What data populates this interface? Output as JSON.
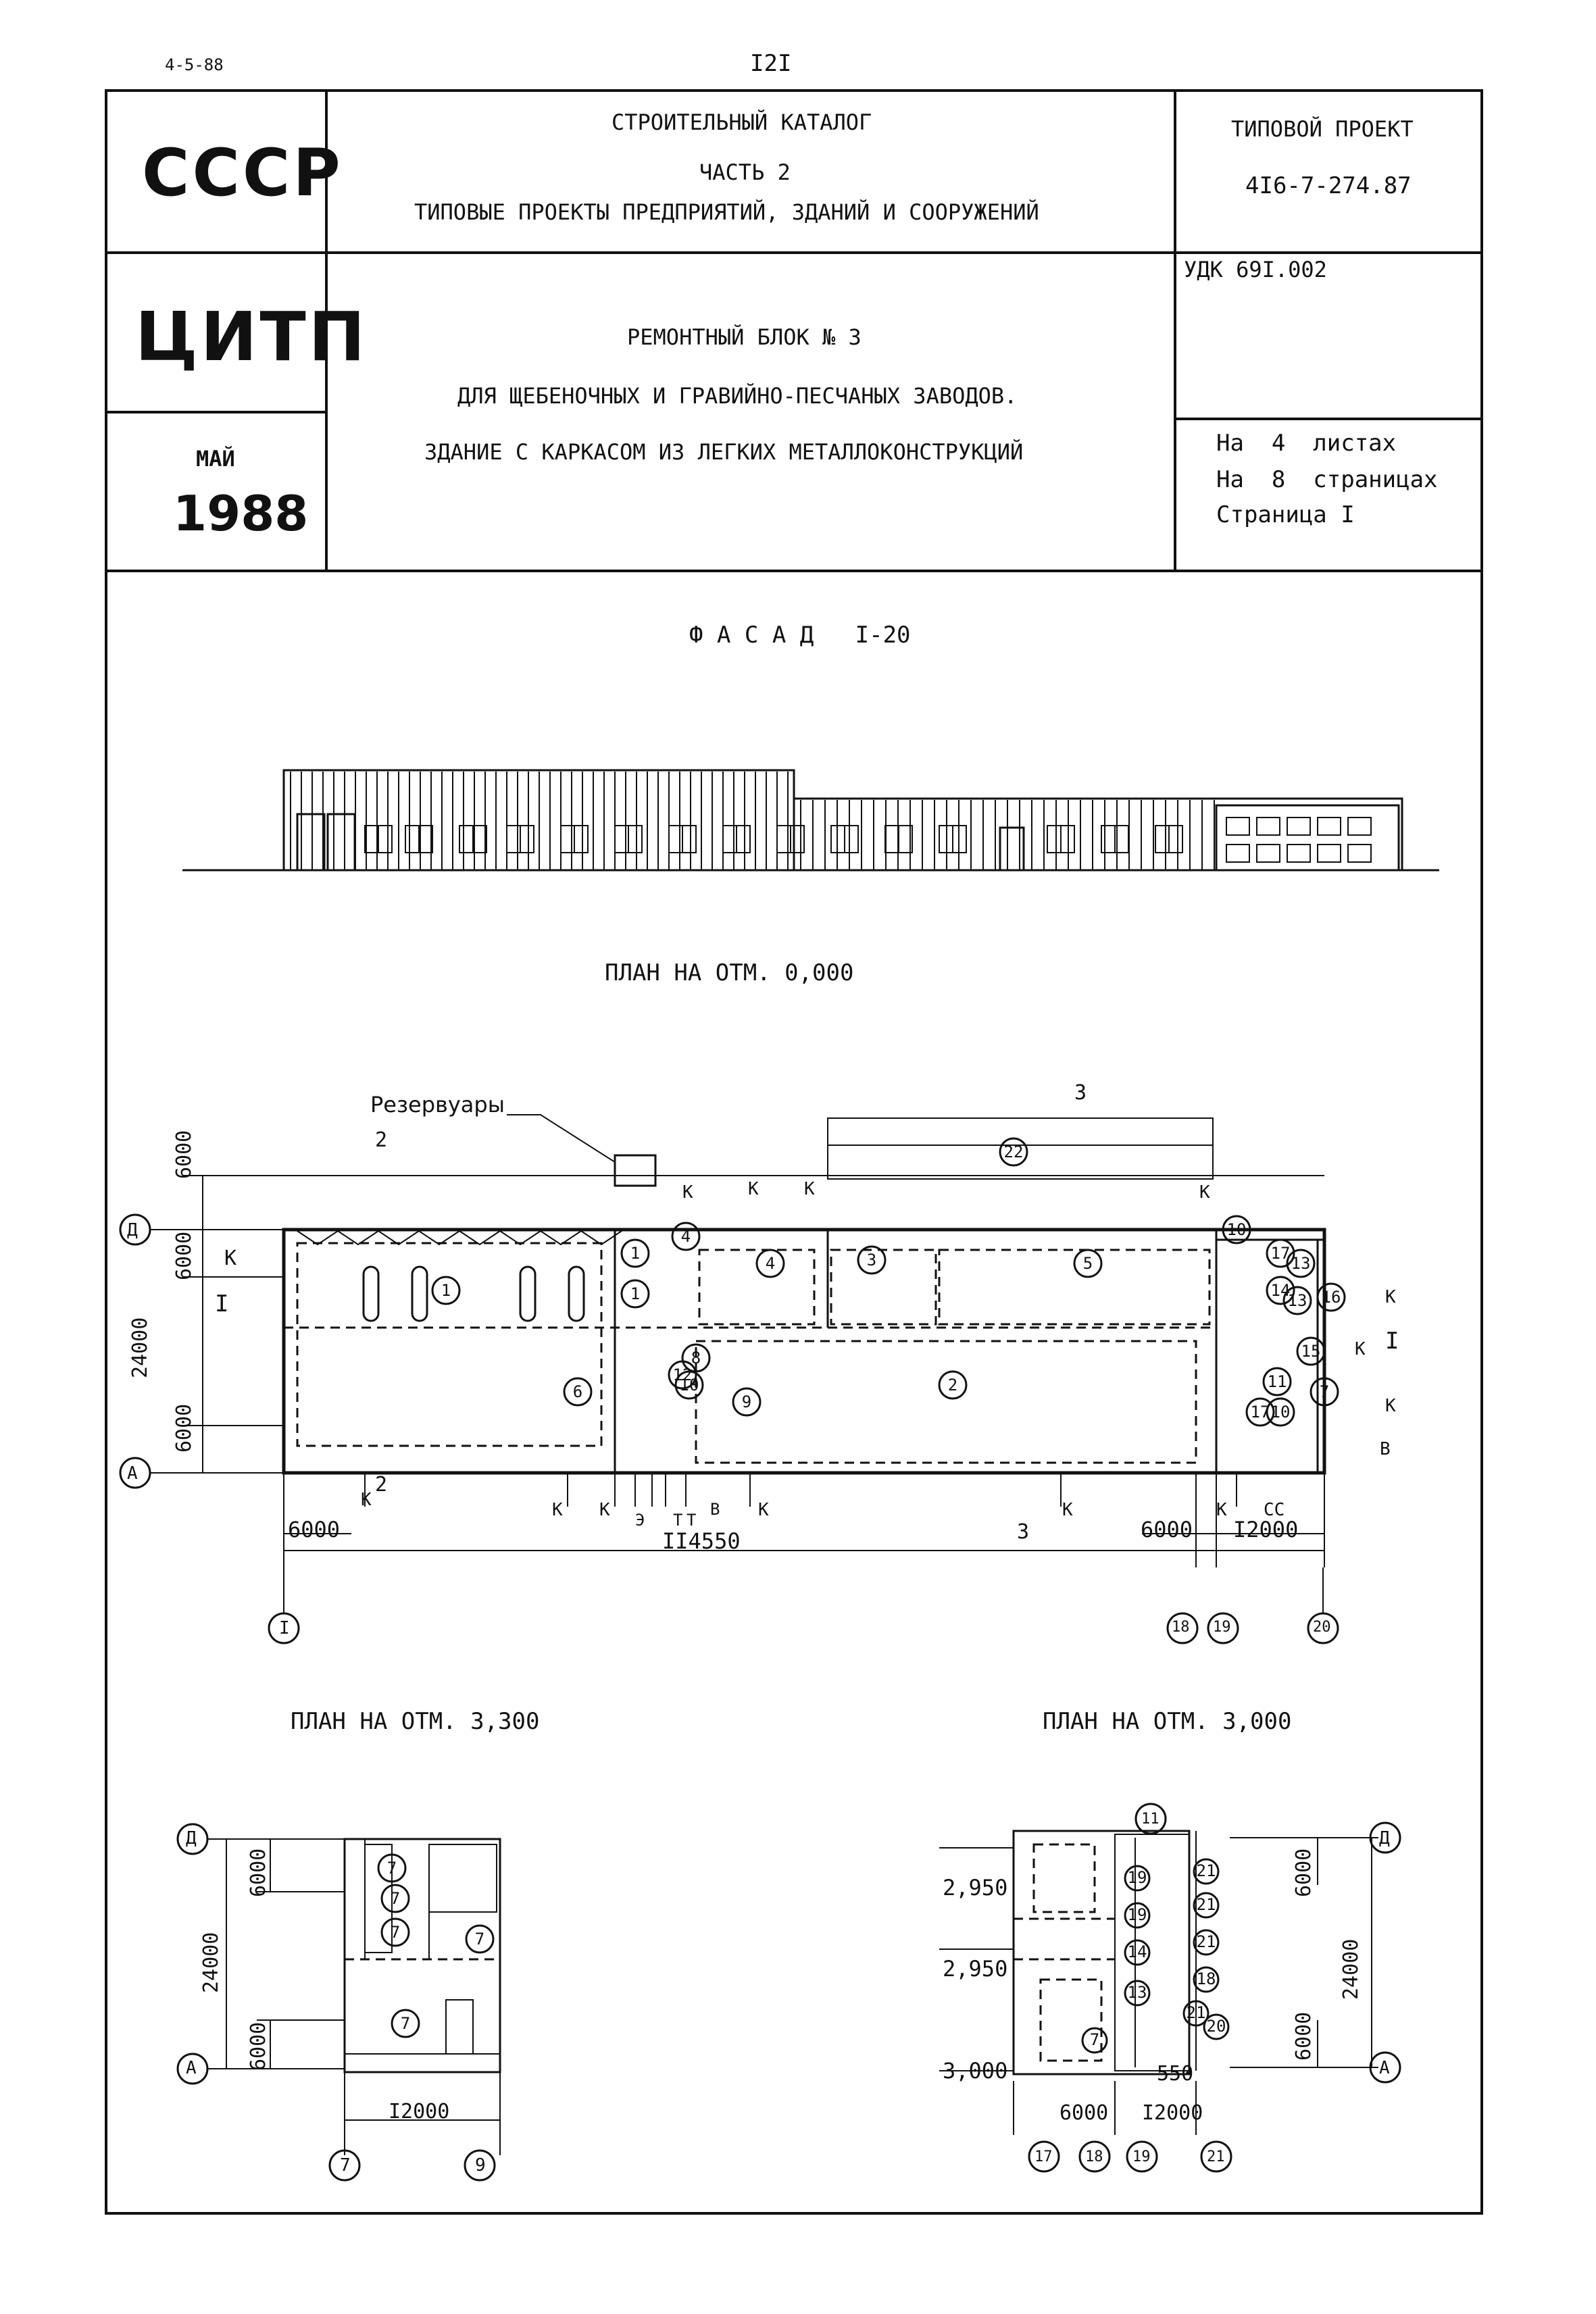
{
  "sheet": {
    "date_code": "4-5-88",
    "page_number": "I2I"
  },
  "header": {
    "org1": "СССР",
    "org2": "ЦИТП",
    "month": "МАЙ",
    "year": "1988",
    "catalog_line1": "СТРОИТЕЛЬНЫЙ КАТАЛОГ",
    "catalog_line2": "ЧАСТЬ 2",
    "catalog_line3": "ТИПОВЫЕ ПРОЕКТЫ ПРЕДПРИЯТИЙ, ЗДАНИЙ И СООРУЖЕНИЙ",
    "project_label": "ТИПОВОЙ ПРОЕКТ",
    "project_code": "4I6-7-274.87",
    "udk": "УДК 69I.002",
    "title_line1": "РЕМОНТНЫЙ БЛОК № 3",
    "title_line2": "ДЛЯ ЩЕБЕНОЧНЫХ И ГРАВИЙНО-ПЕСЧАНЫХ ЗАВОДОВ.",
    "title_line3": "ЗДАНИЕ С КАРКАСОМ ИЗ ЛЕГКИХ МЕТАЛЛОКОНСТРУКЦИЙ",
    "sheets_info": "На  4  листах",
    "pages_info": "На  8  страницах",
    "page_info": "Страница I"
  },
  "facade": {
    "title": "Ф А С А Д   I-20"
  },
  "plan_main": {
    "title": "ПЛАН НА ОТМ. 0,000",
    "reservoirs_label": "Резервуары",
    "dim_total": "II4550",
    "dim_left": "6000",
    "dim_right_a": "6000",
    "dim_right_b": "I2000",
    "dim_vert_top": "6000",
    "dim_vert_mid": "6000",
    "dim_vert_total": "24000",
    "dim_vert_bottom": "6000",
    "axis_d": "Д",
    "axis_a": "А",
    "axis_1": "I",
    "axis_18": "18",
    "axis_19": "19",
    "axis_20": "20",
    "section_2": "2",
    "section_3": "3",
    "section_1": "I",
    "utility_k": "К",
    "utility_v": "В",
    "utility_e": "Э",
    "utility_t": "Т",
    "utility_ss": "СС",
    "rooms": [
      "1",
      "1",
      "1",
      "2",
      "3",
      "4",
      "4",
      "5",
      "6",
      "7",
      "8",
      "9",
      "10",
      "10",
      "10",
      "11",
      "12",
      "13",
      "13",
      "14",
      "15",
      "16",
      "17",
      "17",
      "22"
    ]
  },
  "plan_330": {
    "title": "ПЛАН НА ОТМ. 3,300",
    "dim_span": "I2000",
    "dim_v_top": "6000",
    "dim_v_total": "24000",
    "dim_v_bottom": "6000",
    "axis_d": "Д",
    "axis_a": "А",
    "axis_7": "7",
    "axis_9": "9",
    "room": "7"
  },
  "plan_300": {
    "title": "ПЛАН НА ОТМ. 3,000",
    "level_1": "2,950",
    "level_2": "2,950",
    "level_3": "3,000",
    "dim_550": "550",
    "dim_6000": "6000",
    "dim_12000": "I2000",
    "dim_v_top": "6000",
    "dim_v_total": "24000",
    "dim_v_bottom": "6000",
    "axis_d": "Д",
    "axis_a": "А",
    "axis_17": "17",
    "axis_18": "18",
    "axis_19": "19",
    "axis_21": "21",
    "axis_11": "11",
    "rooms": [
      "19",
      "19",
      "14",
      "13",
      "7",
      "21",
      "21",
      "21",
      "18",
      "21",
      "20"
    ]
  }
}
